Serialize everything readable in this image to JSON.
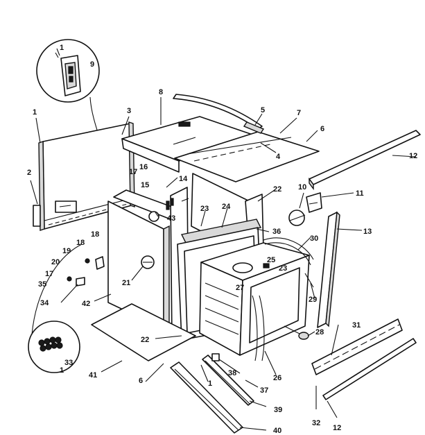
{
  "colors": {
    "ink": "#111111",
    "paper": "#ffffff"
  },
  "callouts": [
    {
      "id": "c1a",
      "label": "1"
    },
    {
      "id": "c1b",
      "label": "1"
    },
    {
      "id": "c1c",
      "label": "1"
    },
    {
      "id": "c1d",
      "label": "1"
    },
    {
      "id": "c2",
      "label": "2"
    },
    {
      "id": "c3",
      "label": "3"
    },
    {
      "id": "c4",
      "label": "4"
    },
    {
      "id": "c5",
      "label": "5"
    },
    {
      "id": "c6a",
      "label": "6"
    },
    {
      "id": "c6b",
      "label": "6"
    },
    {
      "id": "c7",
      "label": "7"
    },
    {
      "id": "c8",
      "label": "8"
    },
    {
      "id": "c9",
      "label": "9"
    },
    {
      "id": "c10",
      "label": "10"
    },
    {
      "id": "c11",
      "label": "11"
    },
    {
      "id": "c12a",
      "label": "12"
    },
    {
      "id": "c12b",
      "label": "12"
    },
    {
      "id": "c13",
      "label": "13"
    },
    {
      "id": "c14",
      "label": "14"
    },
    {
      "id": "c15",
      "label": "15"
    },
    {
      "id": "c16",
      "label": "16"
    },
    {
      "id": "c17a",
      "label": "17"
    },
    {
      "id": "c17b",
      "label": "17"
    },
    {
      "id": "c18a",
      "label": "18"
    },
    {
      "id": "c18b",
      "label": "18"
    },
    {
      "id": "c19",
      "label": "19"
    },
    {
      "id": "c20",
      "label": "20"
    },
    {
      "id": "c21",
      "label": "21"
    },
    {
      "id": "c22a",
      "label": "22"
    },
    {
      "id": "c22b",
      "label": "22"
    },
    {
      "id": "c23a",
      "label": "23"
    },
    {
      "id": "c23b",
      "label": "23"
    },
    {
      "id": "c24",
      "label": "24"
    },
    {
      "id": "c25",
      "label": "25"
    },
    {
      "id": "c26",
      "label": "26"
    },
    {
      "id": "c27",
      "label": "27"
    },
    {
      "id": "c28",
      "label": "28"
    },
    {
      "id": "c29",
      "label": "29"
    },
    {
      "id": "c30",
      "label": "30"
    },
    {
      "id": "c31",
      "label": "31"
    },
    {
      "id": "c32",
      "label": "32"
    },
    {
      "id": "c33",
      "label": "33"
    },
    {
      "id": "c34",
      "label": "34"
    },
    {
      "id": "c35",
      "label": "35"
    },
    {
      "id": "c36",
      "label": "36"
    },
    {
      "id": "c37",
      "label": "37"
    },
    {
      "id": "c38",
      "label": "38"
    },
    {
      "id": "c39",
      "label": "39"
    },
    {
      "id": "c40",
      "label": "40"
    },
    {
      "id": "c41",
      "label": "41"
    },
    {
      "id": "c42",
      "label": "42"
    },
    {
      "id": "c43",
      "label": "43"
    }
  ]
}
